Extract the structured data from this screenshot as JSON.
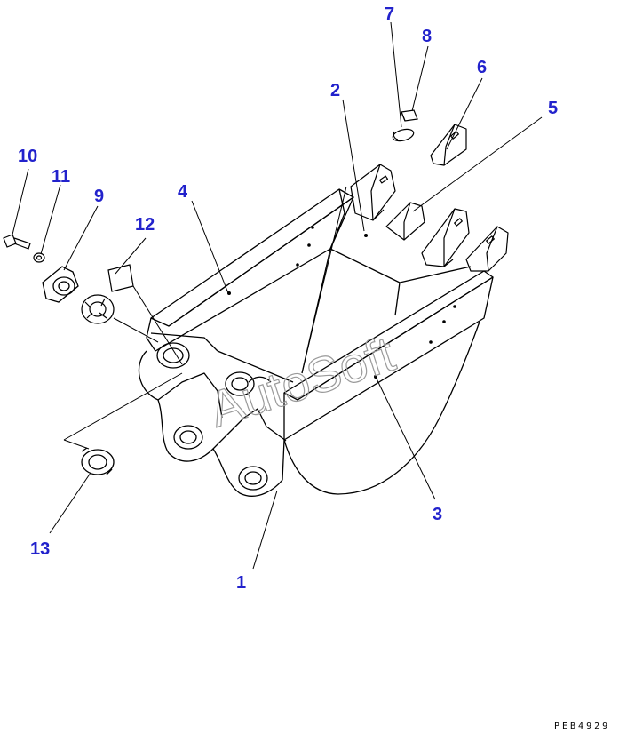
{
  "diagram": {
    "watermark": "AutoSoft",
    "drawing_code": "PEB4929",
    "colors": {
      "callout": "#2222cc",
      "line": "#000000",
      "watermark": "#9a9a9a"
    },
    "callouts": [
      {
        "id": "c1",
        "text": "1"
      },
      {
        "id": "c2",
        "text": "2"
      },
      {
        "id": "c3",
        "text": "3"
      },
      {
        "id": "c4",
        "text": "4"
      },
      {
        "id": "c5",
        "text": "5"
      },
      {
        "id": "c6",
        "text": "6"
      },
      {
        "id": "c7",
        "text": "7"
      },
      {
        "id": "c8",
        "text": "8"
      },
      {
        "id": "c9",
        "text": "9"
      },
      {
        "id": "c10",
        "text": "10"
      },
      {
        "id": "c11",
        "text": "11"
      },
      {
        "id": "c12",
        "text": "12"
      },
      {
        "id": "c13",
        "text": "13"
      }
    ]
  }
}
